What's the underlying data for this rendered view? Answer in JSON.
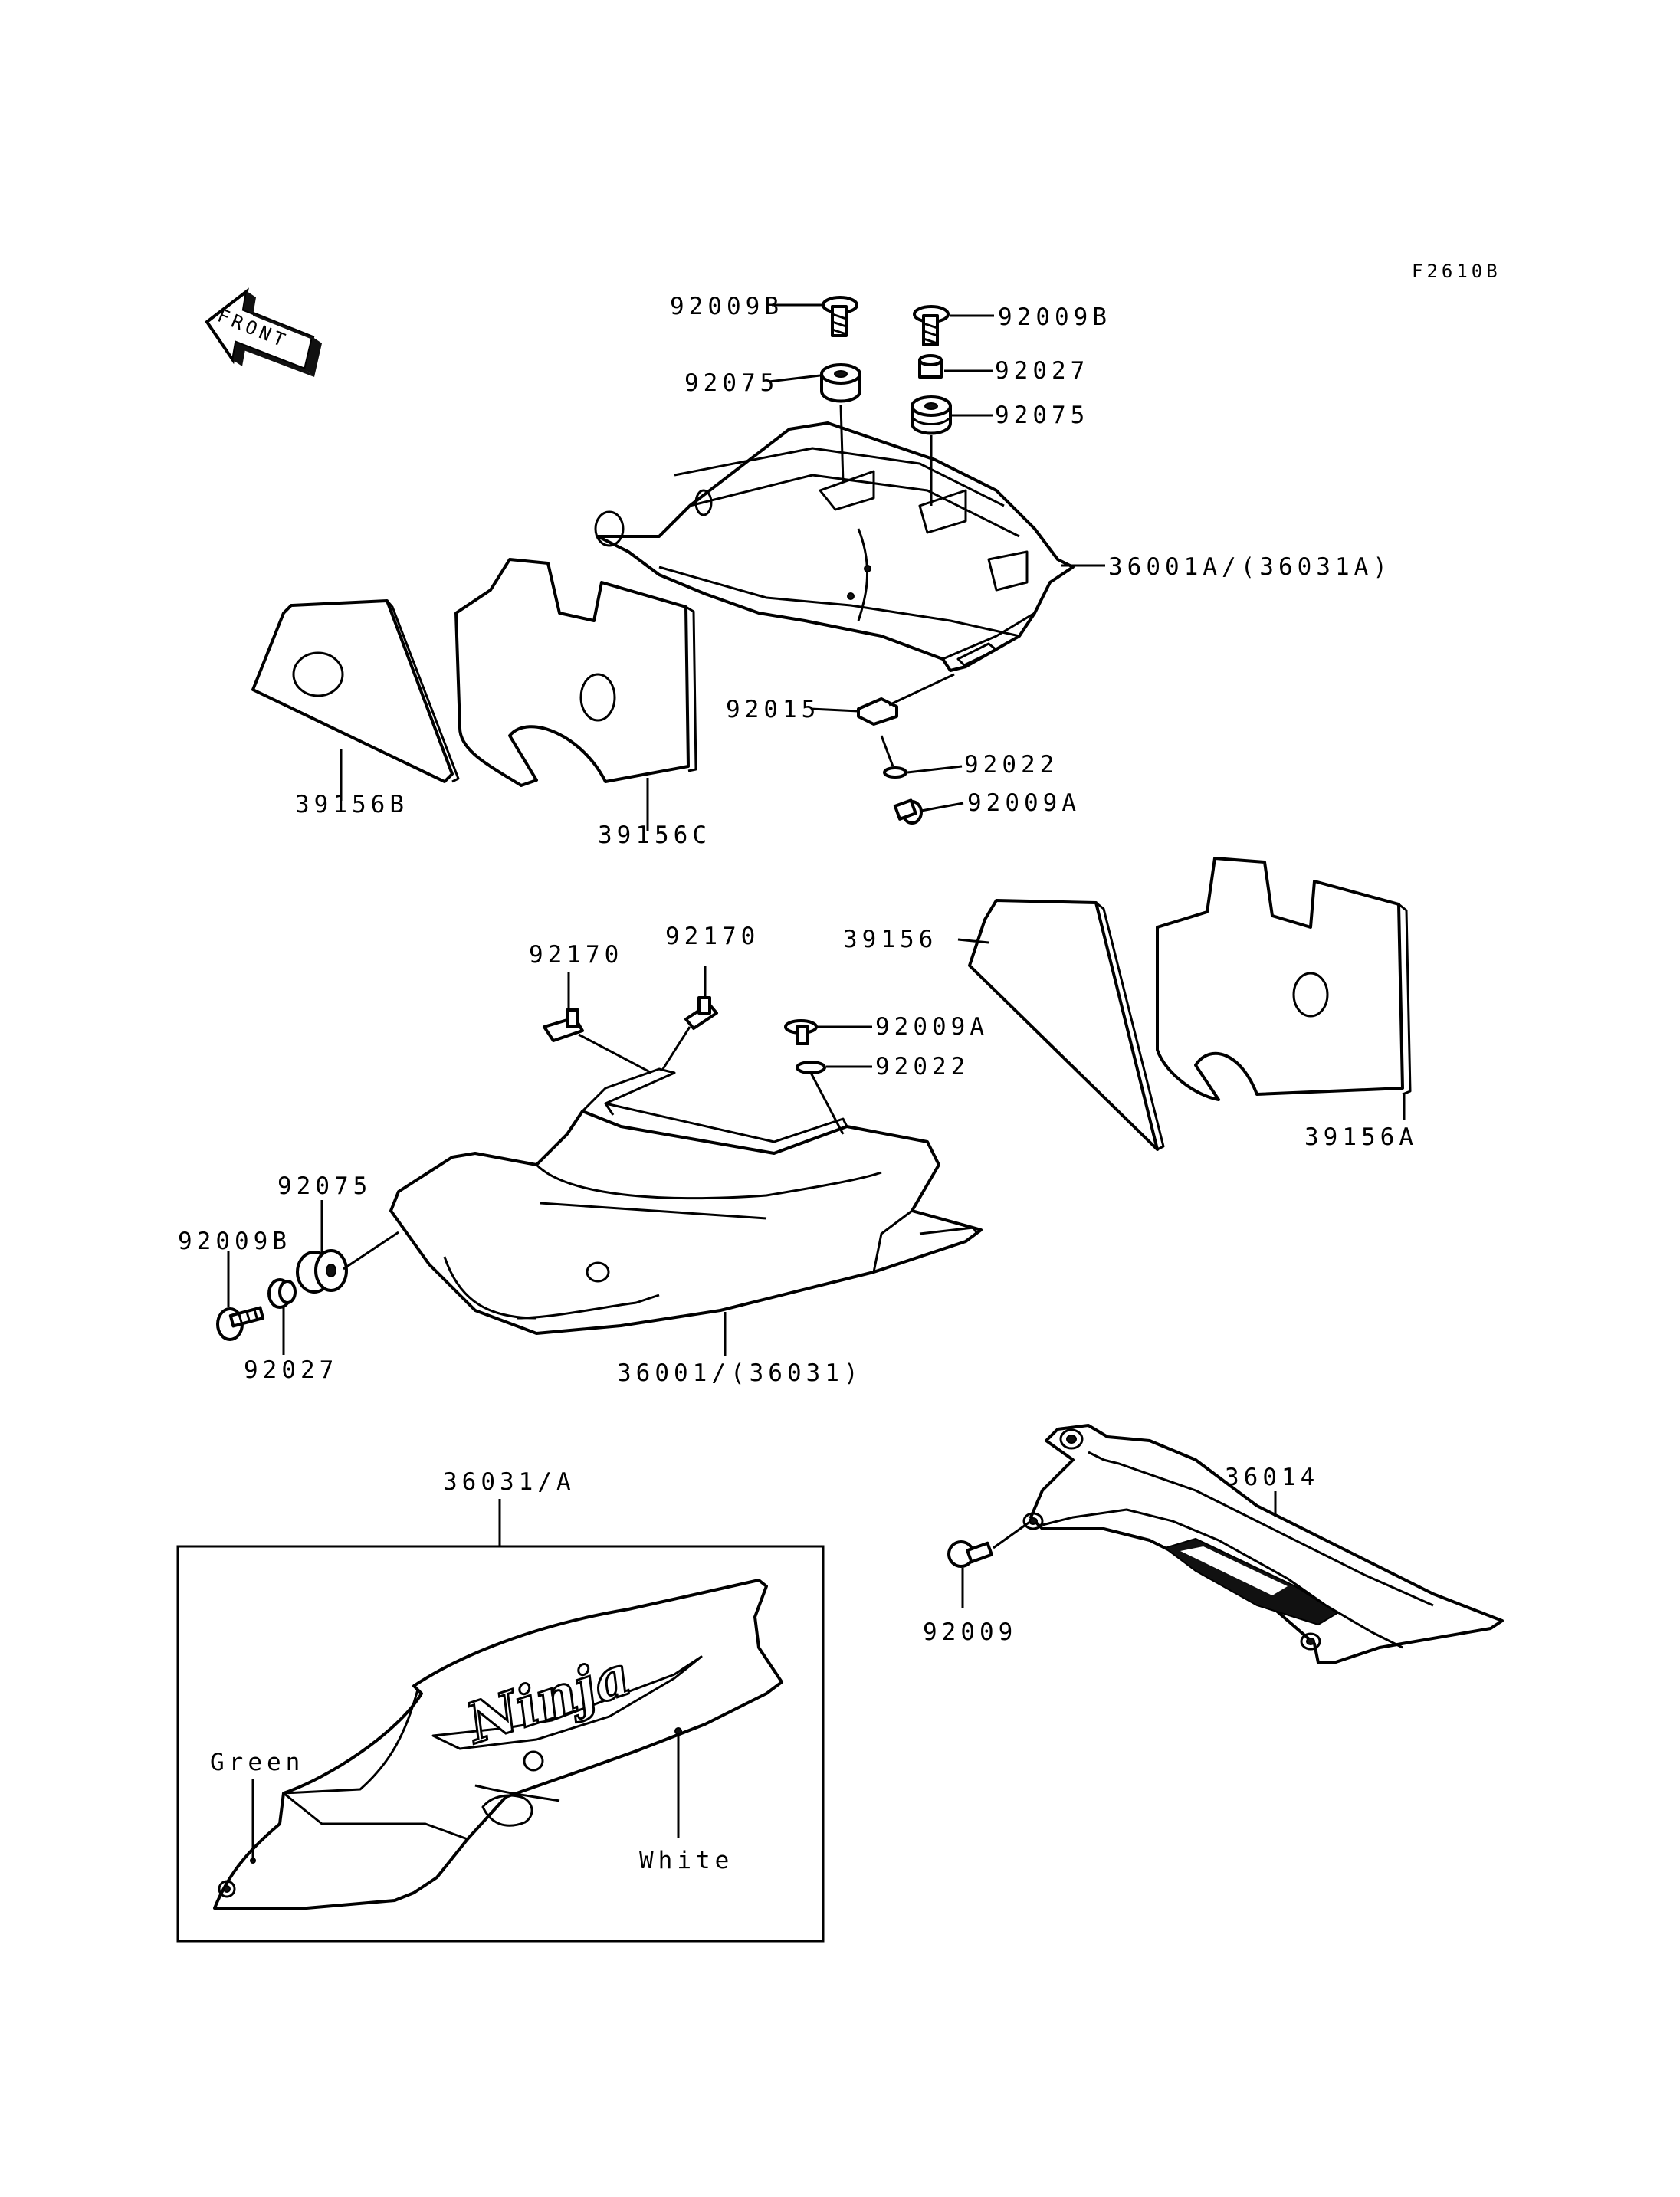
{
  "figure_code": "F2610B",
  "front_badge": "FRONT",
  "upper": {
    "screw_left": "92009B",
    "screw_right": "92009B",
    "damper_left": "92075",
    "collar_right": "92027",
    "damper_right": "92075",
    "seat_cover": "36001A/(36031A)",
    "nut": "92015",
    "washer": "92022",
    "screw_bottom": "92009A",
    "pad_b": "39156B",
    "pad_c": "39156C"
  },
  "middle": {
    "clip_left": "92170",
    "clip_right": "92170",
    "pad": "39156",
    "screw": "92009A",
    "washer": "92022",
    "pad_a": "39156A",
    "damper": "92075",
    "screw_left": "92009B",
    "collar": "92027",
    "side_cover": "36001/(36031)"
  },
  "lower": {
    "detail_title": "36031/A",
    "color_green": "Green",
    "color_white": "White",
    "logo_text": "Ninja",
    "chain_cover": "36014",
    "screw": "92009"
  }
}
